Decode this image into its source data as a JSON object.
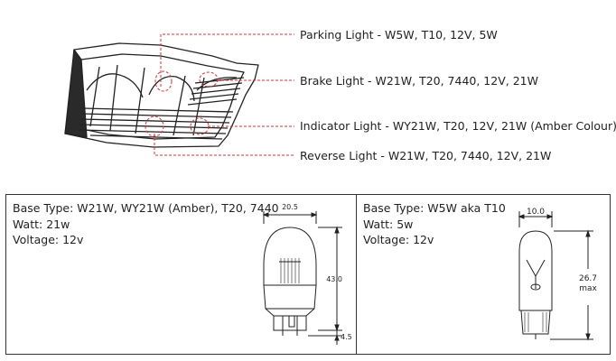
{
  "callouts": {
    "parking": "Parking Light - W5W, T10, 12V, 5W",
    "brake": "Brake Light - W21W, T20, 7440, 12V, 21W",
    "indicator": "Indicator Light - WY21W, T20, 12V, 21W (Amber Colour)",
    "reverse": "Reverse Light - W21W, T20, 7440, 12V, 21W"
  },
  "left_panel": {
    "base_type": "Base Type: W21W, WY21W (Amber), T20, 7440",
    "watt": "Watt: 21w",
    "voltage": "Voltage: 12v",
    "dim_width": "20.5",
    "dim_height": "43.0",
    "dim_pin": "4.5"
  },
  "right_panel": {
    "base_type": "Base Type: W5W aka T10",
    "watt": "Watt: 5w",
    "voltage": "Voltage: 12v",
    "dim_width": "10.0",
    "dim_height": "26.7",
    "dim_height_suffix": "max"
  },
  "colors": {
    "leader": "#d9303a",
    "line": "#222222"
  }
}
